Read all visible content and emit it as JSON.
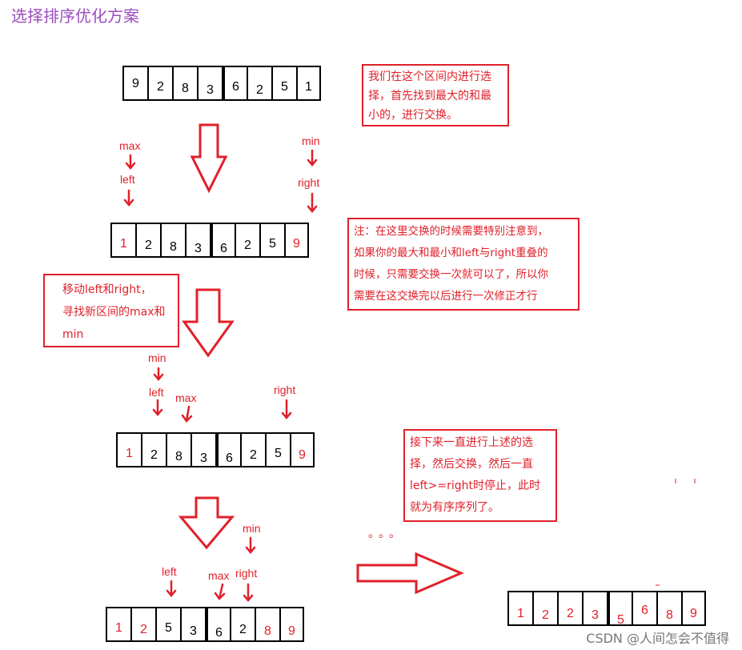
{
  "title": "选择排序优化方案",
  "arrays": {
    "a1": [
      "9",
      "2",
      "8",
      "3",
      "6",
      "2",
      "5",
      "1"
    ],
    "a2": [
      "1",
      "2",
      "8",
      "3",
      "6",
      "2",
      "5",
      "9"
    ],
    "a3": [
      "1",
      "2",
      "8",
      "3",
      "6",
      "2",
      "5",
      "9"
    ],
    "a4": [
      "1",
      "2",
      "5",
      "3",
      "6",
      "2",
      "8",
      "9"
    ],
    "a5": [
      "1",
      "2",
      "2",
      "3",
      "5",
      "6",
      "8",
      "9"
    ]
  },
  "notes": {
    "n1": [
      "我们在这个区间内进行选",
      "择，首先找到最大的和最",
      "小的，进行交换。"
    ],
    "n2": [
      "注：在这里交换的时候需要特别注意到，",
      "如果你的最大和最小和left与right重叠的",
      "时候，只需要交换一次就可以了，所以你",
      "需要在这交换完以后进行一次修正才行"
    ],
    "n3": [
      "移动left和right，",
      "寻找新区间的max和",
      "min"
    ],
    "n4": [
      "接下来一直进行上述的选",
      "择，然后交换，然后一直",
      "left>=right时停止，此时",
      "就为有序序列了。"
    ]
  },
  "labels": {
    "max": "max",
    "min": "min",
    "left": "left",
    "right": "right"
  },
  "dots": "。。。",
  "watermark": "CSDN @人间怎会不值得",
  "colors": {
    "red": "#e0202a",
    "title": "#9b4dbf",
    "black": "#000000"
  }
}
